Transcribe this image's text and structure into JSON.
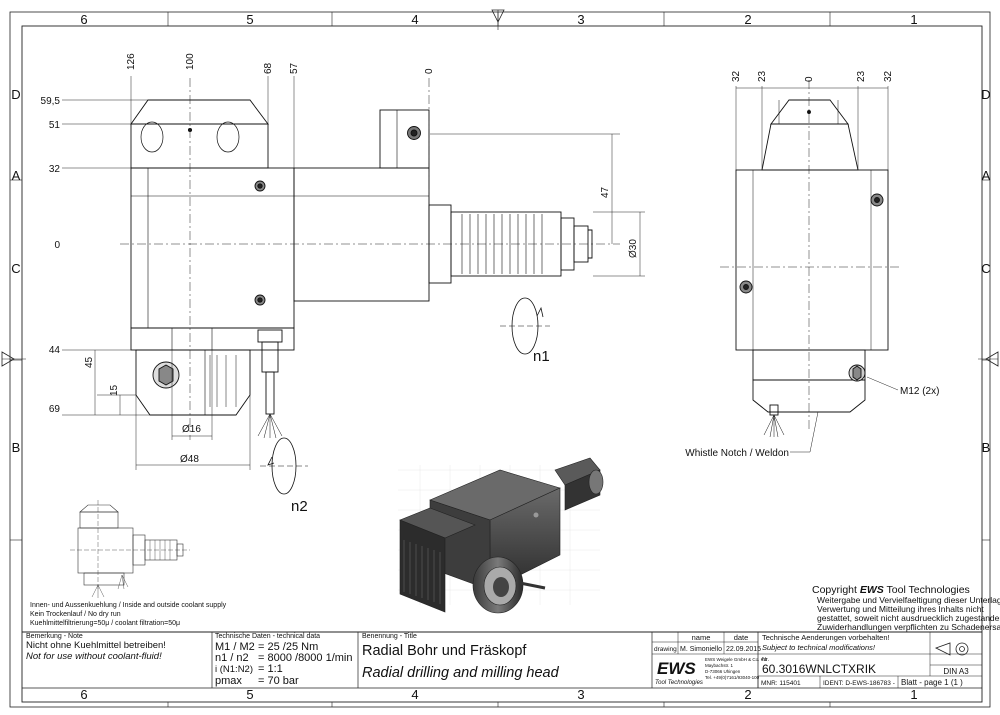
{
  "sheet": {
    "grid_columns_top": [
      "6",
      "5",
      "4",
      "3",
      "2",
      "1"
    ],
    "grid_columns_bottom": [
      "6",
      "5",
      "4",
      "3",
      "2",
      "1"
    ],
    "grid_rows_left": [
      "D",
      "C",
      "B"
    ],
    "grid_rows_right": [
      "D",
      "C",
      "B"
    ],
    "edge_marker": "A"
  },
  "front_view": {
    "top_dims": [
      "126",
      "100",
      "68",
      "57",
      "0"
    ],
    "left_dims": [
      "59,5",
      "51",
      "32",
      "0",
      "44",
      "69"
    ],
    "small_dims": [
      "45",
      "15"
    ],
    "dia_16": "Ø16",
    "dia_48": "Ø48",
    "dim_47": "47",
    "dia_30": "Ø30",
    "n1": "n1",
    "n2": "n2"
  },
  "side_view": {
    "top_dims": [
      "32",
      "23",
      "0",
      "23",
      "32"
    ],
    "m12": "M12 (2x)",
    "whistle": "Whistle Notch / Weldon"
  },
  "notes": {
    "coolant_en": "Innen- und Aussenkuehlung / Inside and outside coolant supply",
    "dry_run": "Kein Trockenlauf / No dry run",
    "filter": "Kuehlmittelfiltrierung=50μ / coolant filtration=50μ"
  },
  "copyright": {
    "prefix": "Copyright ",
    "brand": "EWS",
    "suffix": " Tool Technologies",
    "lines": [
      "Weitergabe und Vervielfaeltigung dieser Unterlage,",
      "Verwertung und Mitteilung ihres Inhalts nicht",
      "gestattet, soweit nicht ausdruecklich zugestanden.",
      "Zuwiderhandlungen verpflichten zu Schadenersatz."
    ]
  },
  "title_block": {
    "note_header": "Bemerkung - Note",
    "note_line1": "Nicht ohne Kuehlmittel betreiben!",
    "note_line2": "Not for use without coolant-fluid!",
    "tech_header": "Technische Daten - technical data",
    "torque_label": "M1 / M2",
    "torque_value": "= 25 /25  Nm",
    "speed_label": "n1 / n2",
    "speed_value": "= 8000 /8000  1/min",
    "ratio_label": "i  (N1:N2)",
    "ratio_value": "= 1:1",
    "pmax_label": "pmax",
    "pmax_value": "= 70  bar",
    "title_header": "Benennung - Title",
    "title_de": "Radial Bohr und Fräskopf",
    "title_en": "Radial drilling and milling head",
    "col_name": "name",
    "col_date": "date",
    "row_drawing": "drawing",
    "drawn_by": "M. Simoniello",
    "drawn_date": "22.09.2015",
    "logo": "EWS",
    "logo_sub": "Tool Technologies",
    "company_lines": [
      "EWS Weigele GmbH & Co. KG",
      "Maybachstr. 1",
      "D-73066 Uhingen",
      "Tel. +49(0)7161/93040-100"
    ],
    "change_de": "Technische Aenderungen vorbehalten!",
    "change_en": "Subject to technical modifications!",
    "nr_label": "Nr.",
    "part_number": "60.3016WNLCTXRIK",
    "mnr": "MNR: 115401",
    "ident": "IDENT: D-EWS-186783 -",
    "sheet_label": "Blatt - page",
    "sheet_value": "1 (1 )",
    "format": "DIN A3"
  }
}
